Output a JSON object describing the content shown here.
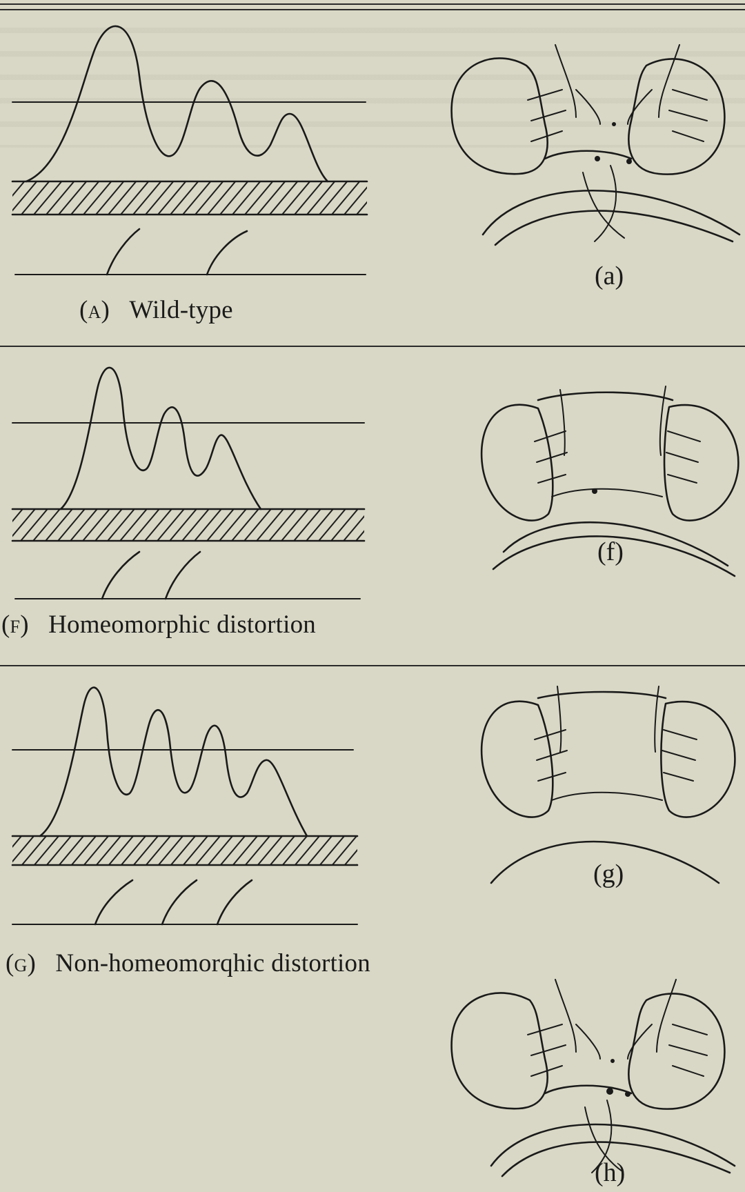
{
  "panels": [
    {
      "id": "A",
      "letter": "A",
      "caption": "Wild-type",
      "sublabel": "(a)",
      "peaks": 3,
      "bristles": 2
    },
    {
      "id": "F",
      "letter": "F",
      "caption": "Homeomorphic distortion",
      "sublabel": "(f)",
      "peaks": 3,
      "bristles": 2
    },
    {
      "id": "G",
      "letter": "G",
      "caption": "Non-homeomorqhic distortion",
      "sublabel": "(g)",
      "peaks": 4,
      "bristles": 3
    }
  ],
  "extra_head": {
    "sublabel": "(h)"
  },
  "colors": {
    "paper": "#d9d8c6",
    "ink": "#1a1a1a"
  }
}
